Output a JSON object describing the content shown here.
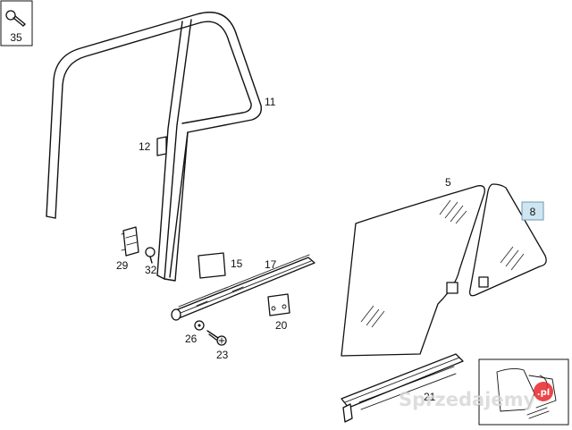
{
  "callouts": {
    "c35": "35",
    "c11": "11",
    "c12": "12",
    "c5": "5",
    "c8": "8",
    "c15": "15",
    "c17": "17",
    "c29": "29",
    "c32": "32",
    "c20": "20",
    "c26": "26",
    "c23": "23",
    "c21": "21"
  },
  "watermark": {
    "text": "Sprzedajemy",
    "badge": ".pl"
  },
  "colors": {
    "line": "#111111",
    "highlight_box": "#cfe6f1",
    "watermark": "#d8d8d8",
    "badge": "#e8262b"
  }
}
